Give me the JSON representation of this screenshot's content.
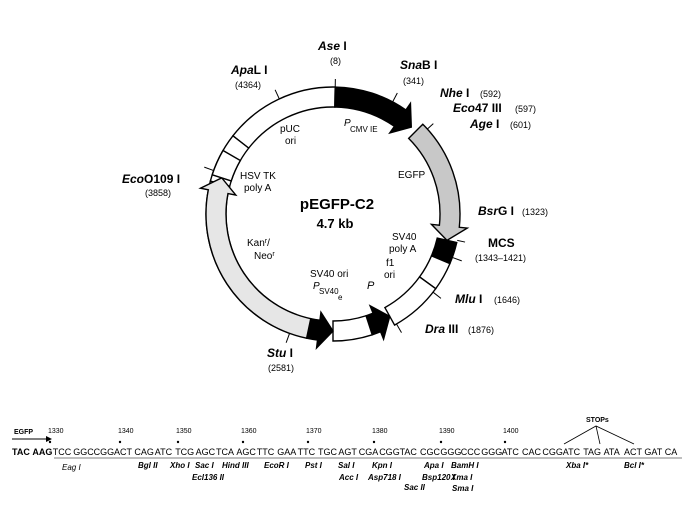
{
  "plasmid": {
    "name": "pEGFP-C2",
    "size": "4.7 kb"
  },
  "colors": {
    "black_feature": "#000000",
    "gray_feature": "#c8c8c8",
    "light_feature": "#e6e6e6",
    "outline": "#000000"
  },
  "features": {
    "pcmv": {
      "label_p": "P",
      "label_sub": "CMV IE"
    },
    "egfp": "EGFP",
    "sv40polyA": [
      "SV40",
      "poly A"
    ],
    "f1ori": [
      "f1",
      "ori"
    ],
    "p_label": "P",
    "sv40ori": "SV40 ori",
    "psv40": {
      "label_p": "P",
      "label_sub": "SV40",
      "label_e": "e"
    },
    "kan": {
      "line1": "Kan",
      "sup1": "r",
      "slash": "/",
      "line2": "Neo",
      "sup2": "r"
    },
    "hsvtk": [
      "HSV TK",
      "poly A"
    ],
    "puc": [
      "pUC",
      "ori"
    ]
  },
  "sites": {
    "asei": {
      "ital": "Ase",
      "roman": " I",
      "pos": "(8)"
    },
    "snabi": {
      "ital": "Sna",
      "roman": "B I",
      "pos": "(341)"
    },
    "nhei": {
      "ital": "Nhe",
      "roman": " I",
      "pos": "(592)"
    },
    "eco47": {
      "ital": "Eco",
      "roman": "47 III",
      "pos": "(597)"
    },
    "agei": {
      "ital": "Age",
      "roman": " I",
      "pos": "(601)"
    },
    "bsrgi": {
      "ital": "Bsr",
      "roman": "G I",
      "pos": "(1323)"
    },
    "mcs": {
      "label": "MCS",
      "pos": "(1343–1421)"
    },
    "mlui": {
      "ital": "Mlu",
      "roman": " I",
      "pos": "(1646)"
    },
    "draiii": {
      "ital": "Dra",
      "roman": " III",
      "pos": "(1876)"
    },
    "stui": {
      "ital": "Stu",
      "roman": " I",
      "pos": "(2581)"
    },
    "eco0109": {
      "ital": "Eco",
      "roman": "O109 I",
      "pos": "(3858)"
    },
    "apali": {
      "ital": "Apa",
      "roman": "L I",
      "pos": "(4364)"
    }
  },
  "mcs_map": {
    "lead_label": "EGFP",
    "numbers": [
      "1330",
      "1340",
      "1350",
      "1360",
      "1370",
      "1380",
      "1390",
      "1400"
    ],
    "codons": [
      "TAC",
      "AAG",
      "TCC",
      "GGC",
      "CGG",
      "ACT",
      "CAG",
      "ATC",
      "TCG",
      "AGC",
      "TCA",
      "AGC",
      "TTC",
      "GAA",
      "TTC",
      "TGC",
      "AGT",
      "CGA",
      "CGG",
      "TAC",
      "CGC",
      "GGG",
      "CCC",
      "GGG",
      "ATC",
      "CAC",
      "CGG",
      "ATC",
      "TAG",
      "ATA",
      "ACT",
      "GAT",
      "CA"
    ],
    "stops_label": "STOPs",
    "enzymes_row1": [
      "Bgl II",
      "Xho I",
      "Sac I",
      "Hind III",
      "EcoR I",
      "Pst I",
      "Sal I",
      "Kpn I",
      "Apa I",
      "BamH I",
      "Xba I*",
      "Bcl I*"
    ],
    "enzymes_row2": [
      "Eag I",
      "Ecl136 II",
      "Acc I",
      "Asp718 I",
      "Bsp120 I",
      "Xma I"
    ],
    "enzymes_row3": [
      "Sac II",
      "Sma I"
    ]
  }
}
